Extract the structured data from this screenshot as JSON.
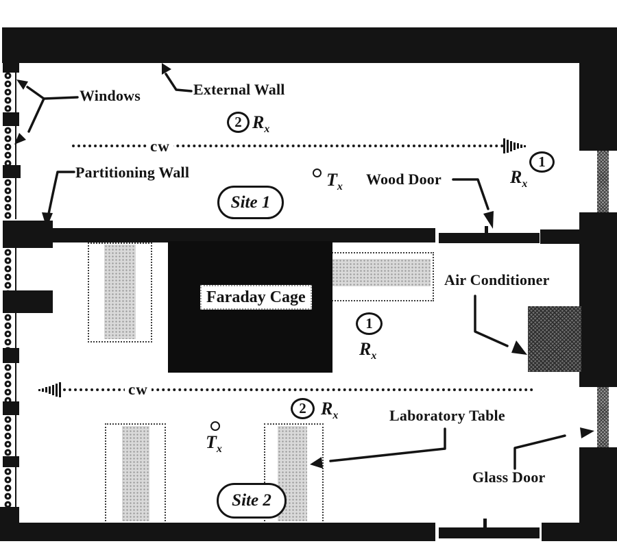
{
  "figure": {
    "type": "floor-plan",
    "description": "Scanned laboratory floor plan with two measurement sites, transmitter and receiver positions and cw signal paths"
  },
  "colors": {
    "wall": "#141414",
    "table_fill": "#d9d9d9",
    "air_conditioner_fill": "#707070",
    "glass_fill": "#9a9a9a",
    "background": "#ffffff"
  },
  "labels": {
    "windows": "Windows",
    "external_wall": "External Wall",
    "partitioning_wall": "Partitioning Wall",
    "wood_door": "Wood Door",
    "air_conditioner": "Air Conditioner",
    "laboratory_table": "Laboratory Table",
    "glass_door": "Glass Door",
    "faraday_cage": "Faraday Cage"
  },
  "sites": {
    "site1": "Site 1",
    "site2": "Site 2"
  },
  "signal": {
    "cw1": "cw",
    "cw2": "cw"
  },
  "markers": {
    "r": "R",
    "t": "T",
    "sub": "x",
    "one": "1",
    "two": "2"
  }
}
